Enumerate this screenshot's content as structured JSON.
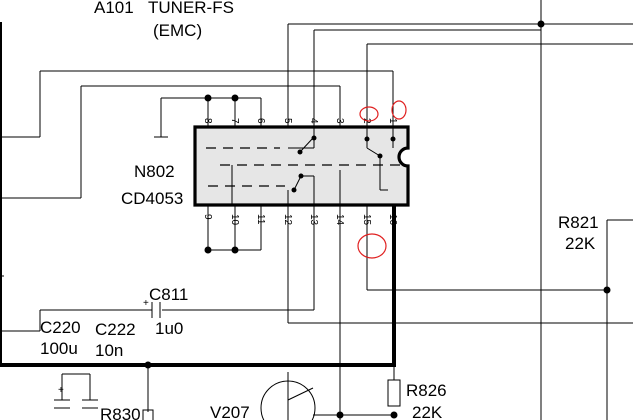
{
  "module": {
    "designator": "A101",
    "name": "TUNER-FS",
    "note": "(EMC)"
  },
  "ic": {
    "designator": "N802",
    "part": "CD4053",
    "top_pins": [
      "8",
      "7",
      "6",
      "5",
      "4",
      "3",
      "2",
      "1"
    ],
    "bottom_pins": [
      "9",
      "10",
      "11",
      "12",
      "13",
      "14",
      "15",
      "16"
    ]
  },
  "components": {
    "c811": {
      "ref": "C811",
      "value": "1u0",
      "polarity": "+"
    },
    "c220": {
      "ref": "C220",
      "value": "100u"
    },
    "c222": {
      "ref": "C222",
      "value": "10n"
    },
    "c220_polarity": "+",
    "r821": {
      "ref": "R821",
      "value": "22K"
    },
    "r826": {
      "ref": "R826",
      "value": "22K"
    },
    "r830": {
      "ref": "R830"
    },
    "v207": {
      "ref": "V207"
    }
  },
  "annotations": {
    "color": "#e02020",
    "marked_pins": [
      "2",
      "1",
      "15"
    ]
  },
  "colors": {
    "ink": "#000000",
    "chip_fill": "#e6e6e6",
    "background": "#ffffff"
  }
}
